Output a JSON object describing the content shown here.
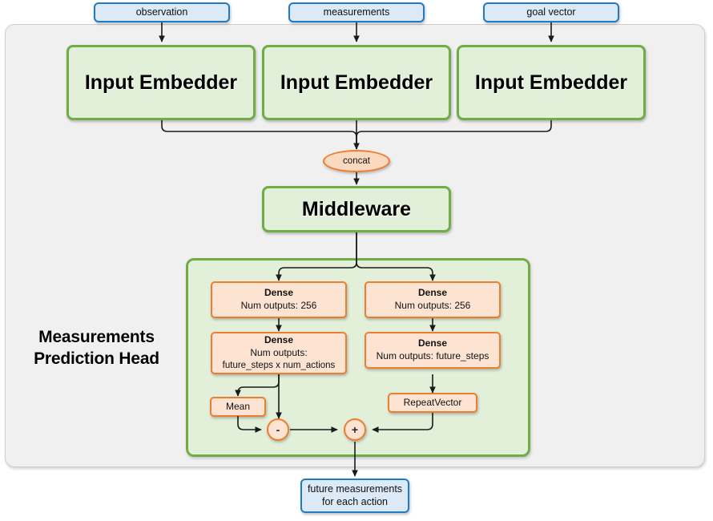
{
  "diagram": {
    "title": "Measurements Prediction Head",
    "colors": {
      "input_fill": "#dce9f7",
      "input_stroke": "#1f7ac4",
      "block_fill": "#e2efd9",
      "block_stroke": "#70ad47",
      "op_fill": "#fce3d2",
      "op_stroke": "#ed7d31",
      "panel_fill": "#f0f0f0",
      "panel_stroke": "#cfcfcf",
      "wire": "#1a1a1a"
    }
  },
  "inputs": [
    {
      "label": "observation"
    },
    {
      "label": "measurements"
    },
    {
      "label": "goal vector"
    }
  ],
  "embedders": [
    {
      "label": "Input Embedder"
    },
    {
      "label": "Input Embedder"
    },
    {
      "label": "Input Embedder"
    }
  ],
  "concat": {
    "label": "concat"
  },
  "middleware": {
    "label": "Middleware"
  },
  "head": {
    "label": "Measurements\nPrediction Head",
    "label_line1": "Measurements",
    "label_line2": "Prediction Head",
    "left_branch": {
      "dense1": {
        "title": "Dense",
        "line1": "Num outputs: 256"
      },
      "dense2": {
        "title": "Dense",
        "line1": "Num outputs:",
        "line2": "future_steps x num_actions"
      },
      "mean": {
        "label": "Mean"
      },
      "op": {
        "label": "-"
      }
    },
    "right_branch": {
      "dense1": {
        "title": "Dense",
        "line1": "Num outputs: 256"
      },
      "dense2": {
        "title": "Dense",
        "line1": "Num outputs: future_steps"
      },
      "repeat": {
        "label": "RepeatVector"
      },
      "op": {
        "label": "+"
      }
    }
  },
  "output": {
    "line1": "future measurements",
    "line2": "for each action"
  }
}
